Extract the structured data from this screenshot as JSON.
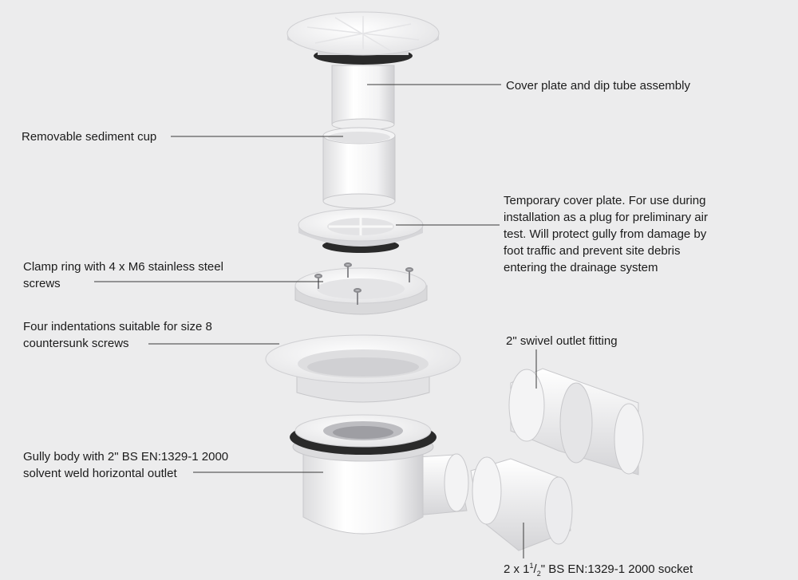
{
  "labels": {
    "cover_plate": "Cover plate and dip tube assembly",
    "sediment_cup": "Removable sediment cup",
    "temporary_cover": [
      "Temporary cover plate. For use during",
      "installation as a plug for preliminary air",
      "test. Will protect gully from damage by",
      "foot traffic and prevent site debris",
      "entering the drainage system"
    ],
    "clamp_ring": [
      "Clamp ring with 4 x M6 stainless steel",
      "screws"
    ],
    "indentations": [
      "Four indentations suitable for size 8",
      "countersunk screws"
    ],
    "swivel_outlet": "2\" swivel outlet fitting",
    "gully_body": [
      "Gully body with 2\" BS EN:1329-1 2000",
      "solvent weld horizontal outlet"
    ],
    "socket": {
      "prefix": "2 x 1",
      "numerator": "1",
      "slash": "/",
      "denominator": "2",
      "suffix": "\" BS EN:1329-1 2000 socket"
    }
  },
  "colors": {
    "background": "#ececed",
    "part": "#f7f7f7",
    "part_shade": "#d8d8da",
    "gasket": "#2a2a2a",
    "leader": "#3a3a3a",
    "text": "#1b1b1b"
  }
}
